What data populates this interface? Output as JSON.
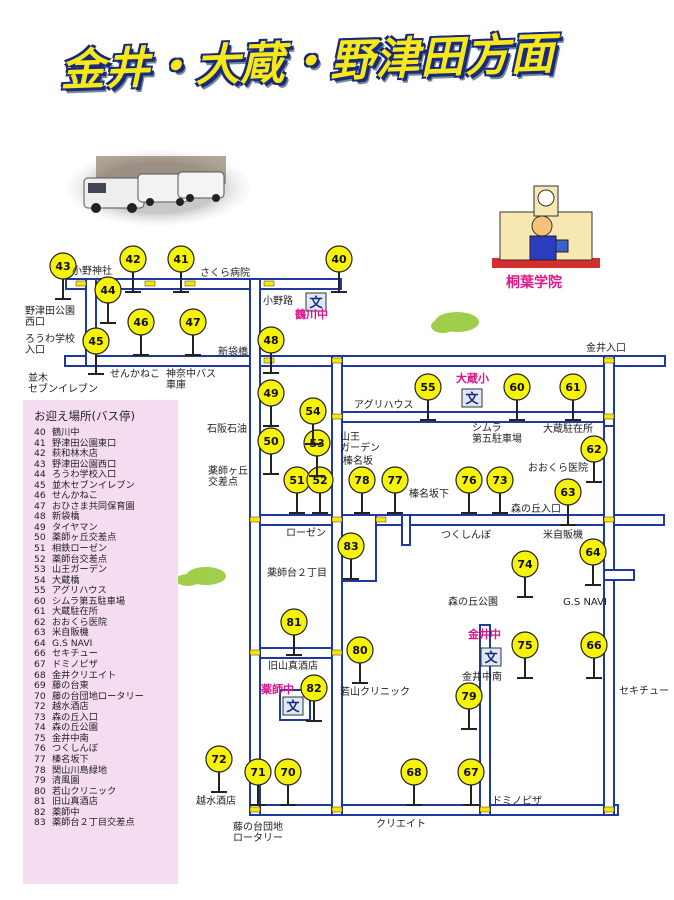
{
  "title": "金井・大蔵・野津田方面",
  "school_name": "桐葉学院",
  "legend": {
    "title": "お迎え場所(バス停)",
    "items": [
      {
        "num": "40",
        "name": "鶴川中"
      },
      {
        "num": "41",
        "name": "野津田公園東口"
      },
      {
        "num": "42",
        "name": "萩和林木店"
      },
      {
        "num": "43",
        "name": "野津田公園西口"
      },
      {
        "num": "44",
        "name": "ろうわ学校入口"
      },
      {
        "num": "45",
        "name": "並木セブンイレブン"
      },
      {
        "num": "46",
        "name": "せんかねこ"
      },
      {
        "num": "47",
        "name": "おひさま共同保育園"
      },
      {
        "num": "48",
        "name": "新袋橋"
      },
      {
        "num": "49",
        "name": "タイヤマン"
      },
      {
        "num": "50",
        "name": "薬師ヶ丘交差点"
      },
      {
        "num": "51",
        "name": "相鉄ローゼン"
      },
      {
        "num": "52",
        "name": "薬師台交差点"
      },
      {
        "num": "53",
        "name": "山王ガーデン"
      },
      {
        "num": "54",
        "name": "大蔵橋"
      },
      {
        "num": "55",
        "name": "アグリハウス"
      },
      {
        "num": "60",
        "name": "シムラ第五駐車場"
      },
      {
        "num": "61",
        "name": "大蔵駐在所"
      },
      {
        "num": "62",
        "name": "おおくら医院"
      },
      {
        "num": "63",
        "name": "米自販機"
      },
      {
        "num": "64",
        "name": "G.S NAVI"
      },
      {
        "num": "66",
        "name": "セキチュー"
      },
      {
        "num": "67",
        "name": "ドミノピザ"
      },
      {
        "num": "68",
        "name": "金井クリエイト"
      },
      {
        "num": "69",
        "name": "藤の台東"
      },
      {
        "num": "70",
        "name": "藤の台団地ロータリー"
      },
      {
        "num": "72",
        "name": "越水酒店"
      },
      {
        "num": "73",
        "name": "森の丘入口"
      },
      {
        "num": "74",
        "name": "森の丘公園"
      },
      {
        "num": "75",
        "name": "金井中南"
      },
      {
        "num": "76",
        "name": "つくしんぼ"
      },
      {
        "num": "77",
        "name": "榛名坂下"
      },
      {
        "num": "78",
        "name": "関山川島緑地"
      },
      {
        "num": "79",
        "name": "清風園"
      },
      {
        "num": "80",
        "name": "若山クリニック"
      },
      {
        "num": "81",
        "name": "旧山真酒店"
      },
      {
        "num": "82",
        "name": "薬師中"
      },
      {
        "num": "83",
        "name": "薬師台２丁目交差点"
      }
    ]
  },
  "stops": [
    "40",
    "41",
    "42",
    "43",
    "44",
    "45",
    "46",
    "47",
    "48",
    "49",
    "50",
    "51",
    "52",
    "53",
    "54",
    "55",
    "60",
    "61",
    "62",
    "63",
    "64",
    "66",
    "67",
    "68",
    "70",
    "71",
    "72",
    "73",
    "74",
    "75",
    "76",
    "77",
    "78",
    "79",
    "80",
    "81",
    "82",
    "83"
  ],
  "schools": [
    {
      "name": "鶴川中",
      "symbol": "文"
    },
    {
      "name": "大蔵小",
      "symbol": "文"
    },
    {
      "name": "金井中",
      "symbol": "文"
    },
    {
      "name": "薬師中",
      "symbol": "文"
    }
  ],
  "place_labels": {
    "onojinja": "小野神社",
    "sakura": "さくら病院",
    "onoji": "小野路",
    "notsuda_nishi": "野津田公園\n西口",
    "rowa": "ろうわ学校\n入口",
    "namiki": "並木\nセブンイレブン",
    "senkaneko": "せんかねこ",
    "kanagawa_bus": "神奈中バス\n車庫",
    "shinfukuro": "新袋橋",
    "kanai_iriguchi": "金井入口",
    "ishizaka": "石阪石油",
    "yakushigaoka": "薬師ヶ丘\n交差点",
    "sanno": "山王\nガーデン",
    "harunazaka": "榛名坂",
    "agri": "アグリハウス",
    "shimura": "シムラ\n第五駐車場",
    "okura_chuzai": "大蔵駐在所",
    "okura_iin": "おおくら医院",
    "mori_iriguchi": "森の丘入口",
    "kome": "米自販機",
    "rozen": "ローゼン",
    "harunazaka_shita": "榛名坂下",
    "tsukushinbo": "つくしんぼ",
    "yakushidai2": "薬師台２丁目",
    "mori_koen": "森の丘公園",
    "gs_navi": "G.S NAVI",
    "kyusan": "旧山真酒店",
    "wakayama": "若山クリニック",
    "kanai_chunan": "金井中南",
    "sekichu": "セキチュー",
    "domino": "ドミノピザ",
    "koshimizu": "越水酒店",
    "create": "クリエイト",
    "fujinodai": "藤の台団地\nロータリー"
  }
}
